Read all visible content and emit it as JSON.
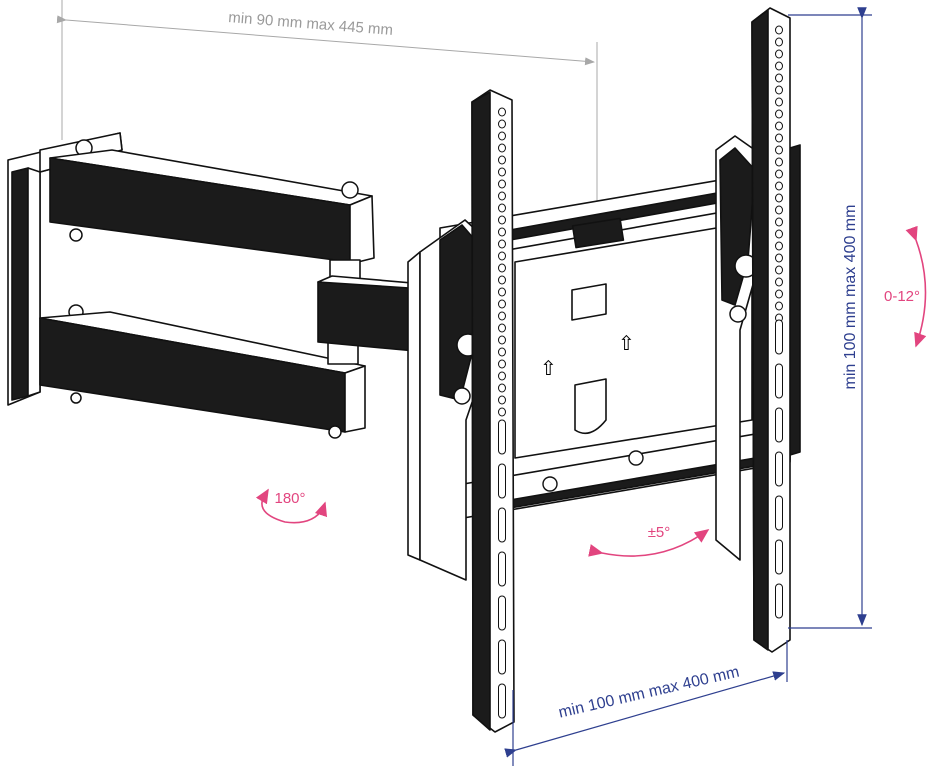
{
  "dimensions": {
    "arm_extension": "min 90 mm max 445 mm",
    "vesa_vertical": "min 100 mm max 400 mm",
    "vesa_horizontal": "min 100 mm max 400 mm"
  },
  "angles": {
    "tilt": "0-12°",
    "swivel": "180°",
    "rotation": "±5°"
  },
  "colors": {
    "dimension_gray": "#9a9a9a",
    "dimension_blue": "#2e3f8f",
    "angle_pink": "#e2457f"
  }
}
